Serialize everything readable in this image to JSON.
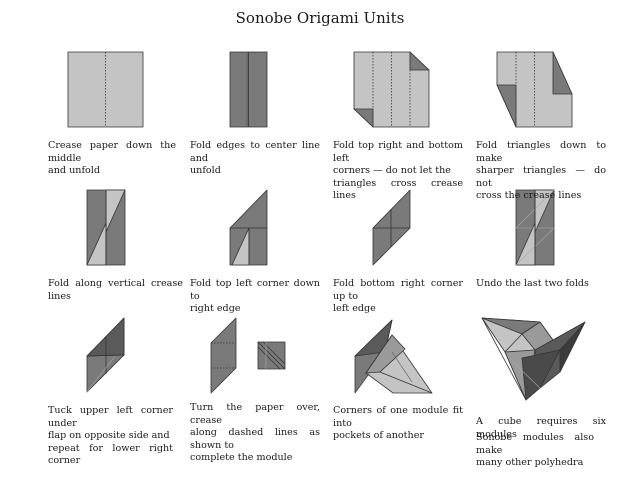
{
  "title": "Sonobe Origami Units",
  "steps": [
    {
      "lines": [
        "Crease paper down the middle",
        "and unfold"
      ]
    },
    {
      "lines": [
        "Fold edges to center line and",
        "unfold"
      ]
    },
    {
      "lines": [
        "Fold top right and bottom left",
        "corners — do not let the",
        "triangles cross crease lines"
      ]
    },
    {
      "lines": [
        "Fold triangles down to make",
        "sharper triangles — do not",
        "cross the crease lines"
      ]
    },
    {
      "lines": [
        "Fold along vertical crease lines"
      ]
    },
    {
      "lines": [
        "Fold top left corner down to",
        "right edge"
      ]
    },
    {
      "lines": [
        "Fold bottom right corner up to",
        "left edge"
      ]
    },
    {
      "lines": [
        "Undo the last two folds"
      ]
    },
    {
      "lines": [
        "Tuck upper left corner under",
        "flap on opposite side and",
        "repeat for lower right corner"
      ]
    },
    {
      "lines": [
        "Turn the paper over, crease",
        "along dashed lines as shown to",
        "complete the module"
      ]
    },
    {
      "lines": [
        "Corners of one module fit into",
        "pockets of another"
      ]
    },
    {
      "lines": [
        "A cube requires six modules"
      ]
    }
  ],
  "note": {
    "lines": [
      "Sonobe modules also make",
      "many other polyhedra"
    ]
  },
  "colors": {
    "light": "#c4c4c4",
    "mid": "#9a9a9a",
    "dark": "#7a7a7a",
    "darker": "#5a5a5a",
    "edge": "#333333"
  }
}
